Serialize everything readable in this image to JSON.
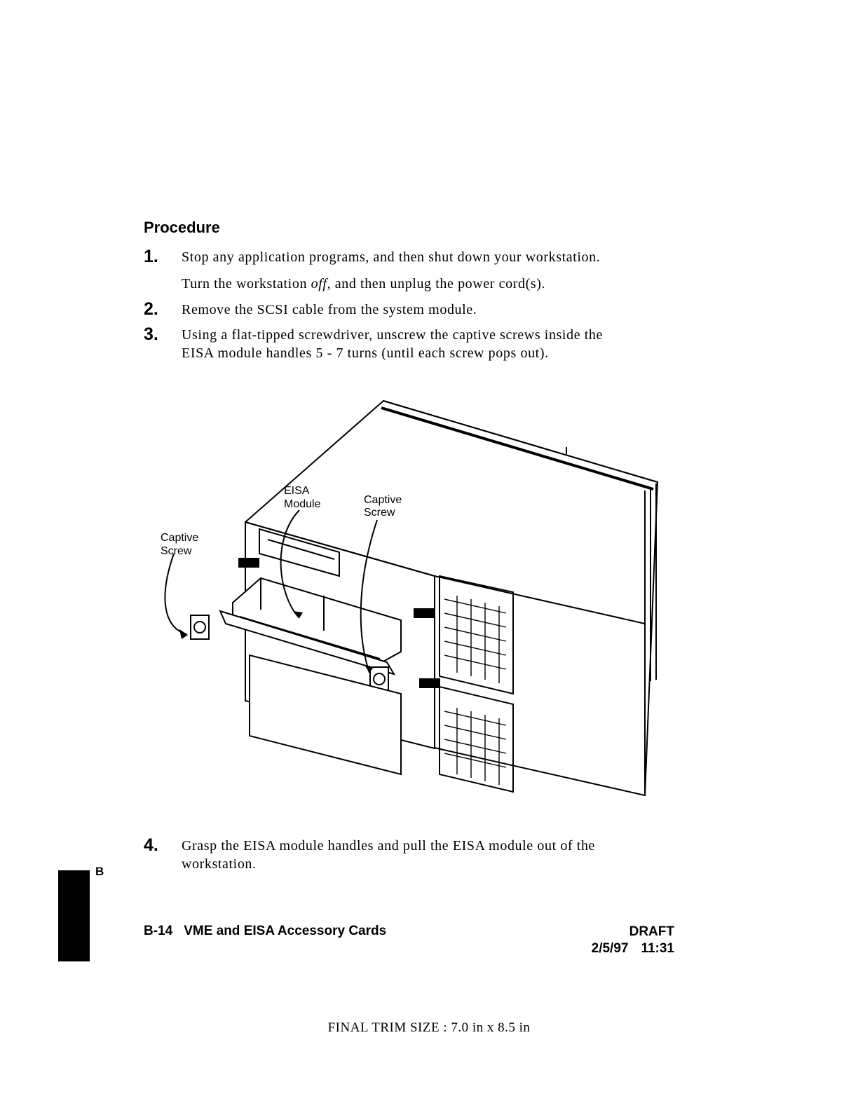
{
  "section": {
    "heading": "Procedure"
  },
  "steps": [
    {
      "number": "1.",
      "lines": [
        "Stop any application programs, and then shut down your workstation."
      ]
    },
    {
      "number": "",
      "lines": [
        "Turn the workstation ",
        "off",
        ", and then unplug the power cord(s)."
      ]
    },
    {
      "number": "2.",
      "lines": [
        "Remove the SCSI cable from the system module."
      ]
    },
    {
      "number": "3.",
      "lines": [
        "Using a flat-tipped screwdriver, unscrew the captive screws inside the",
        "EISA module handles 5 - 7 turns (until each screw pops out)."
      ]
    },
    {
      "number": "4.",
      "lines": [
        "Grasp the EISA module handles and pull the EISA module out of the",
        "workstation."
      ]
    }
  ],
  "figure": {
    "callouts": {
      "eisa_module": [
        "EISA",
        "Module"
      ],
      "captive_screw_right": [
        "Captive",
        "Screw"
      ],
      "captive_screw_left": [
        "Captive",
        "Screw"
      ]
    }
  },
  "tab": {
    "letter": "B"
  },
  "footer": {
    "page": "B-14",
    "chapter": "VME and EISA Accessory Cards",
    "status": "DRAFT",
    "date": "2/5/97",
    "time": "11:31"
  },
  "trim_note": "FINAL TRIM SIZE : 7.0 in x 8.5 in"
}
